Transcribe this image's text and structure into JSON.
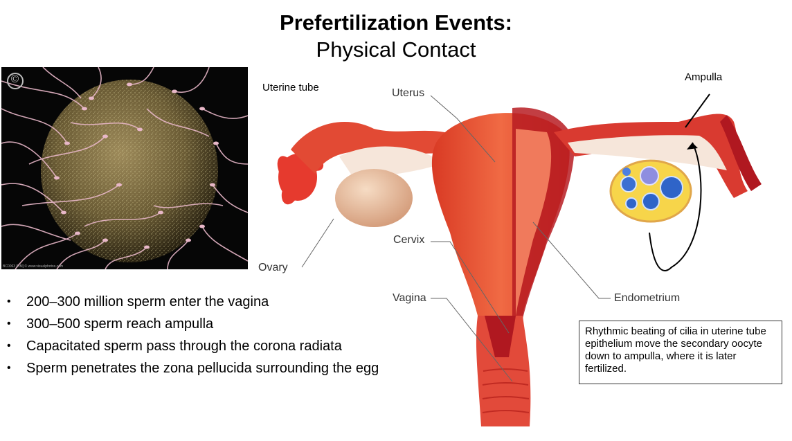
{
  "title": {
    "main": "Prefertilization Events:",
    "sub": "Physical Contact"
  },
  "photo": {
    "credit": "BC0063 [RM] © www.visualphotos.com",
    "copyright_mark": "©"
  },
  "bullets": [
    "200–300 million sperm enter the vagina",
    "300–500 sperm reach ampulla",
    "Capacitated sperm pass through the corona radiata",
    "Sperm penetrates the zona pellucida surrounding the egg"
  ],
  "diagram": {
    "labels": {
      "uterine_tube": "Uterine tube",
      "uterus": "Uterus",
      "ampulla": "Ampulla",
      "ovary": "Ovary",
      "cervix": "Cervix",
      "vagina": "Vagina",
      "endometrium": "Endometrium"
    }
  },
  "callout": {
    "text": "Rhythmic beating of cilia in uterine tube epithelium move the secondary oocyte down to ampulla, where it is later fertilized."
  },
  "colors": {
    "tissue_red": "#e0432c",
    "tissue_light": "#f07a5c",
    "inner_dark": "#b01820",
    "ovary_tan": "#e8c2a2",
    "follicle_yellow": "#f7d54a",
    "follicle_blue": "#2f64c8"
  }
}
